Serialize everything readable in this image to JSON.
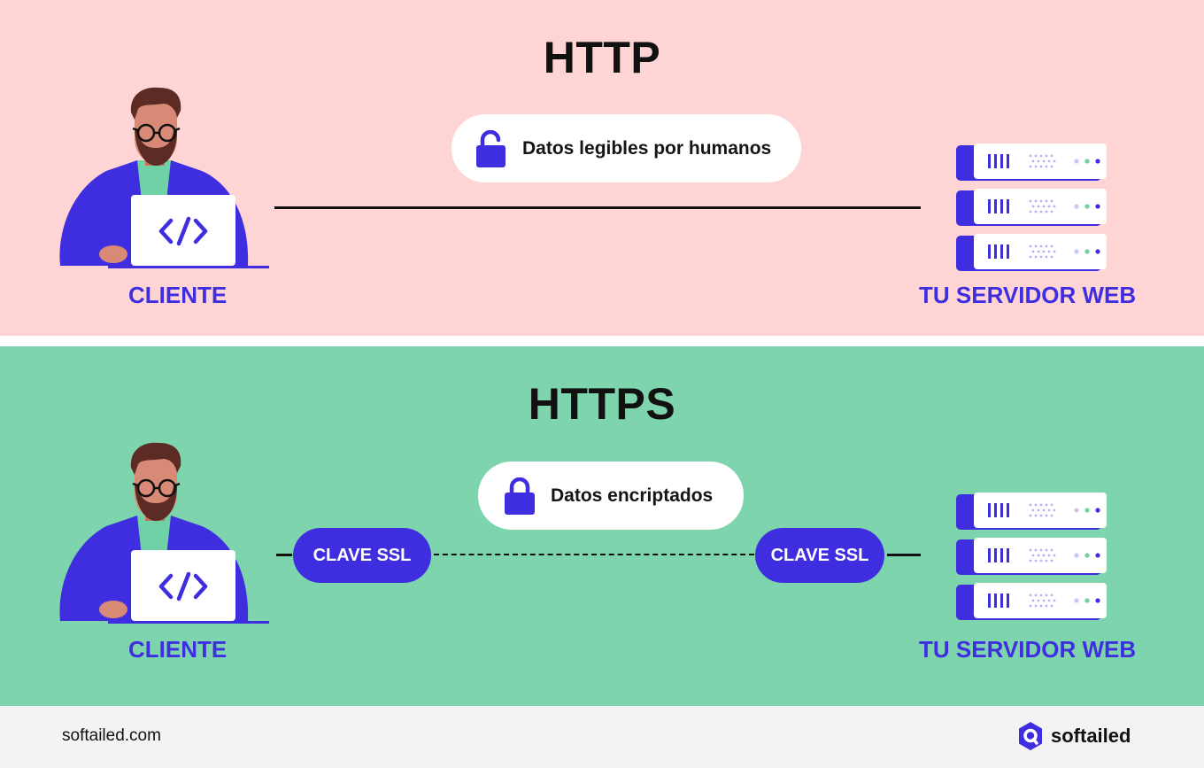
{
  "colors": {
    "http_bg": "#fed5d4",
    "https_bg": "#7ed4ad",
    "footer_bg": "#f3f3f3",
    "accent": "#3f2ee0",
    "text_dark": "#111111"
  },
  "http": {
    "title": "HTTP",
    "message": "Datos legibles por humanos",
    "message_icon": "unlocked-padlock-icon",
    "client_label": "CLIENTE",
    "server_label": "TU SERVIDOR WEB"
  },
  "https": {
    "title": "HTTPS",
    "message": "Datos encriptados",
    "message_icon": "locked-padlock-icon",
    "client_label": "CLIENTE",
    "server_label": "TU SERVIDOR WEB",
    "key_left": "CLAVE SSL",
    "key_right": "CLAVE SSL"
  },
  "footer": {
    "website": "softailed.com",
    "brand_name": "softailed",
    "brand_icon": "softailed-logo-icon"
  }
}
